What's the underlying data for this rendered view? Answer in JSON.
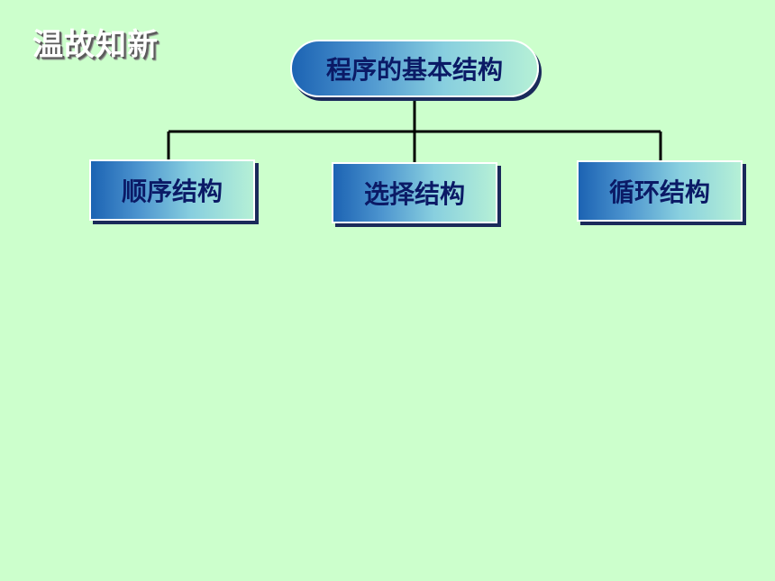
{
  "slide": {
    "title": "温故知新"
  },
  "diagram": {
    "root": {
      "label": "程序的基本结构"
    },
    "children": [
      {
        "label": "顺序结构"
      },
      {
        "label": "选择结构"
      },
      {
        "label": "循环结构"
      }
    ]
  },
  "colors": {
    "background": "#ccffcc",
    "node_gradient_start": "#1c63b3",
    "node_gradient_end": "#b5f0d6",
    "node_text": "#0b1a66",
    "connector": "#000000"
  }
}
